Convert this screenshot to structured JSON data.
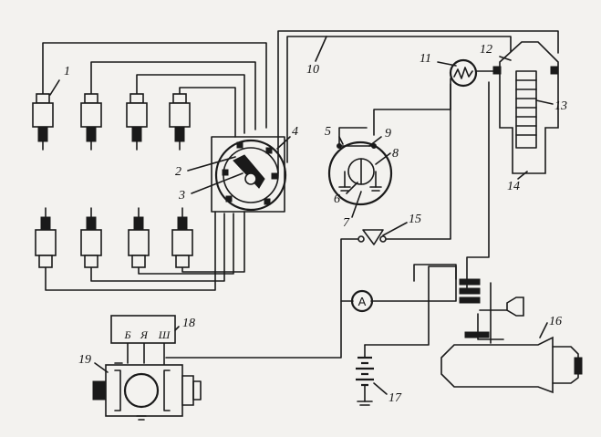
{
  "labels": {
    "n1": "1",
    "n2": "2",
    "n3": "3",
    "n4": "4",
    "n5": "5",
    "n6": "6",
    "n7": "7",
    "n8": "8",
    "n9": "9",
    "n10": "10",
    "n11": "11",
    "n12": "12",
    "n13": "13",
    "n14": "14",
    "n15": "15",
    "n16": "16",
    "n17": "17",
    "n18": "18",
    "n19": "19"
  },
  "ammeter": {
    "symbol": "A"
  },
  "regulator": {
    "terminal_b": "Б",
    "terminal_ya": "Я",
    "terminal_sh": "Ш"
  },
  "colors": {
    "ink": "#1a1a1a",
    "paper": "#f3f2ef"
  }
}
